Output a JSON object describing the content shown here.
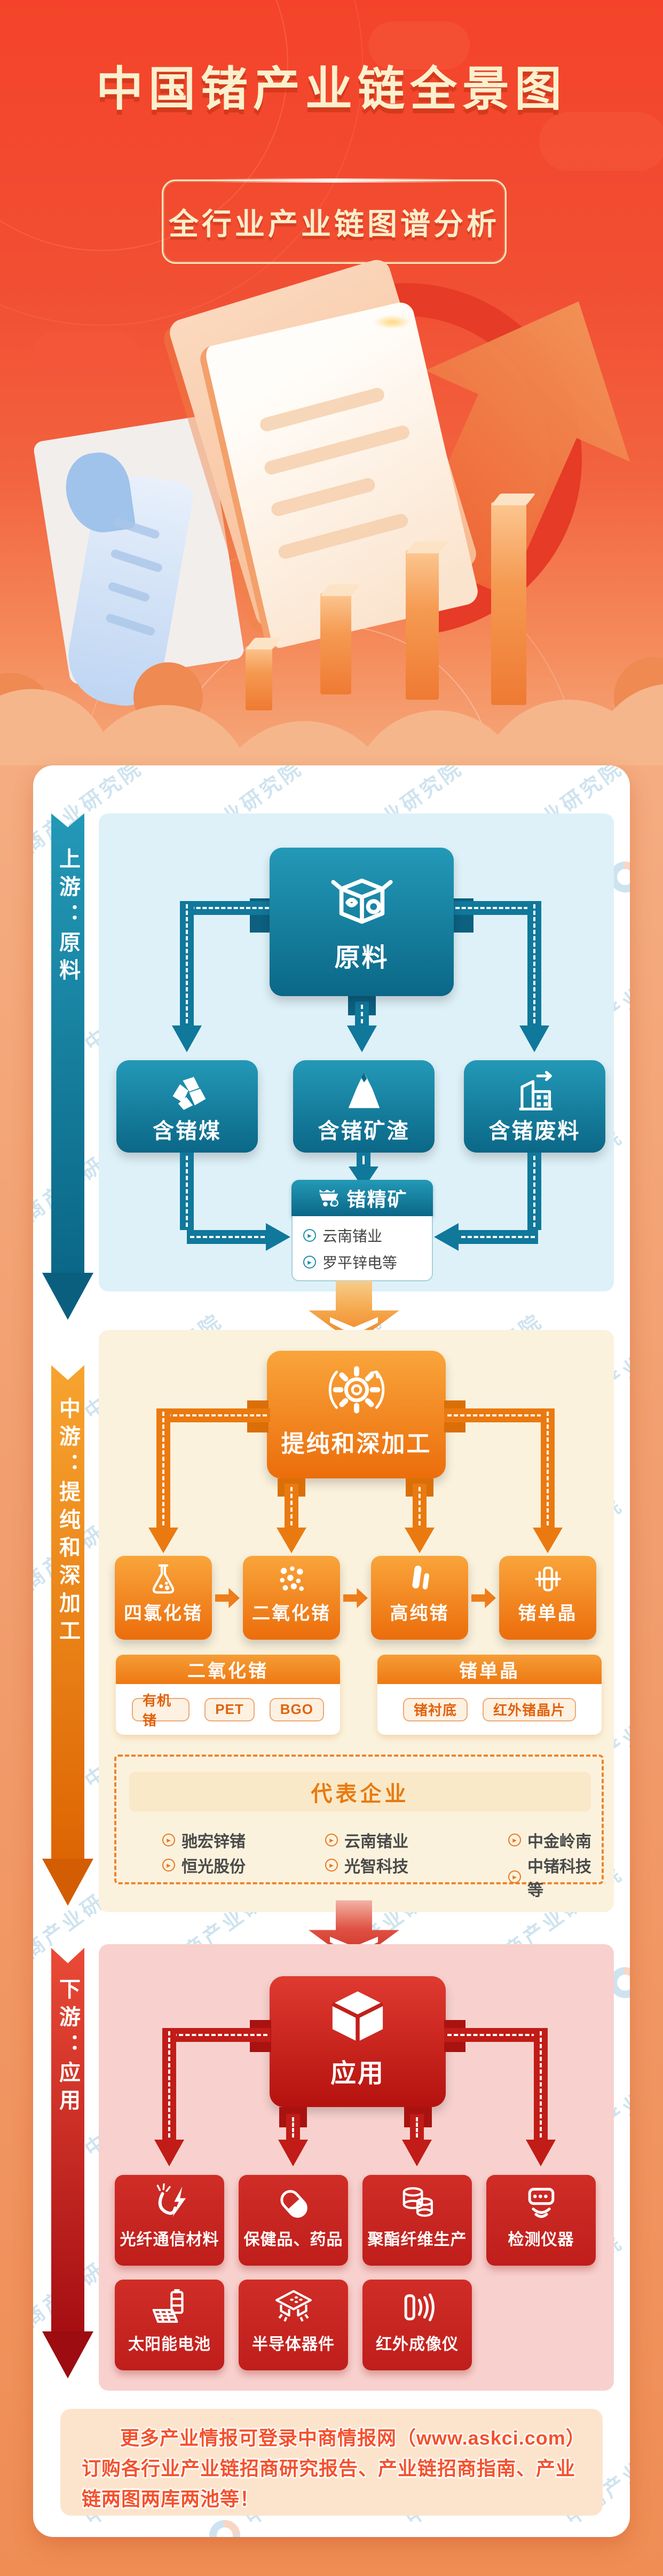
{
  "header": {
    "title": "中国锗产业链全景图",
    "subtitle": "全行业产业链图谱分析"
  },
  "watermark": {
    "text": "中商产业研究院"
  },
  "upstream": {
    "ribbon": "上游：原料",
    "root_label": "原料",
    "children": [
      "含锗煤",
      "含锗矿渣",
      "含锗废料"
    ],
    "concentrate": {
      "title": "锗精矿",
      "companies": [
        "云南锗业",
        "罗平锌电等"
      ]
    }
  },
  "midstream": {
    "ribbon": "中游：提纯和深加工",
    "root_label": "提纯和深加工",
    "chain": [
      "四氯化锗",
      "二氧化锗",
      "高纯锗",
      "锗单晶"
    ],
    "groups": [
      {
        "title": "二氧化锗",
        "tags": [
          "有机锗",
          "PET",
          "BGO"
        ]
      },
      {
        "title": "锗单晶",
        "tags": [
          "锗衬底",
          "红外锗晶片"
        ]
      }
    ],
    "representatives": {
      "title": "代表企业",
      "companies": [
        "驰宏锌锗",
        "云南锗业",
        "中金岭南",
        "恒光股份",
        "光智科技",
        "中锗科技等"
      ]
    }
  },
  "downstream": {
    "ribbon": "下游：应用",
    "root_label": "应用",
    "applications_row1": [
      "光纤通信材料",
      "保健品、药品",
      "聚酯纤维生产",
      "检测仪器"
    ],
    "applications_row2": [
      "太阳能电池",
      "半导体器件",
      "红外成像仪"
    ]
  },
  "footer": {
    "text": "更多产业情报可登录中商情报网（www.askci.com）订购各行业产业链招商研究报告、产业链招商指南、产业链两图两库两池等！"
  },
  "colors": {
    "header_red": "#f4432a",
    "title_cream": "#fbf0cd",
    "upstream_teal": "#0e6f8f",
    "upstream_panel": "#def1f8",
    "midstream_orange": "#ec6d0b",
    "midstream_panel": "#fbf2dd",
    "downstream_red": "#bf1e1b",
    "downstream_panel": "#f8d1ce",
    "footer_text": "#f4512c",
    "watermark_blue": "#7eb6d6"
  }
}
